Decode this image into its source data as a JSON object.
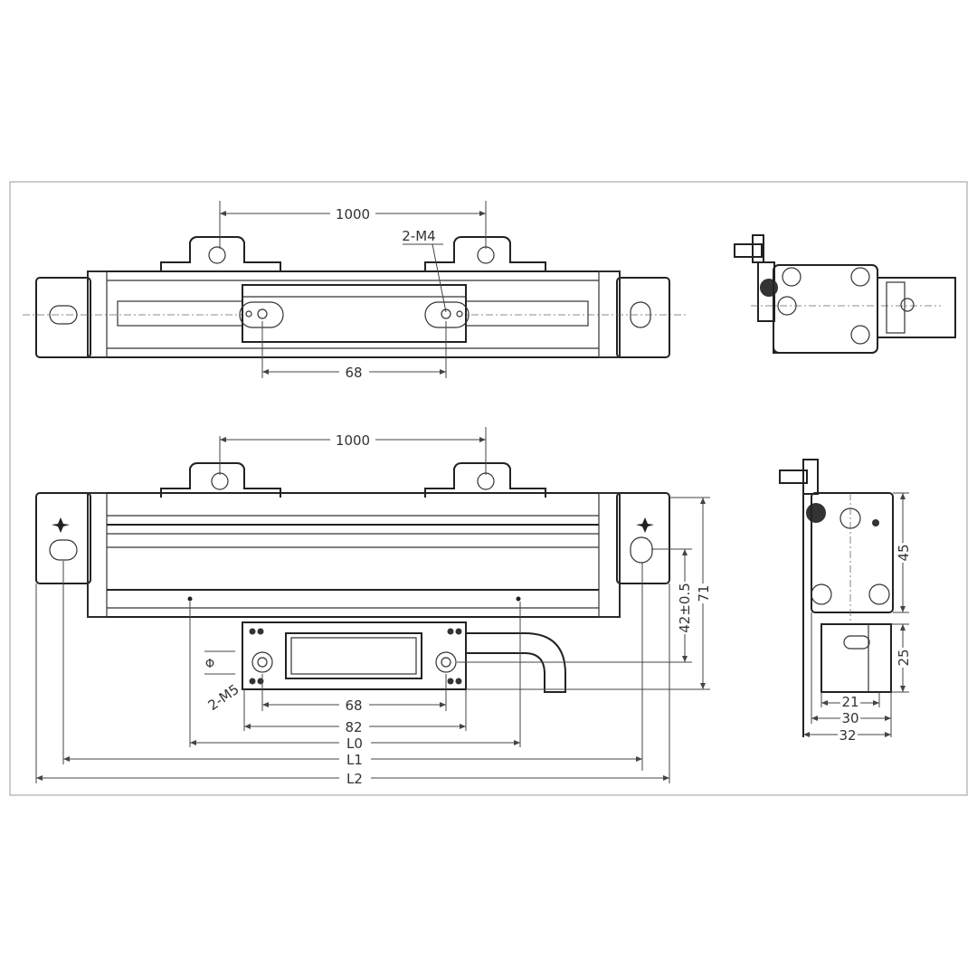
{
  "top_view": {
    "dim_spacing": "1000",
    "thread_label": "2-M4",
    "dim_hole_pitch": "68"
  },
  "front_view": {
    "dim_spacing": "1000",
    "thread_label": "2-M5",
    "dia_symbol": "Φ",
    "dim_hole_pitch": "68",
    "dim_head_width": "82",
    "dim_l0": "L0",
    "dim_l1": "L1",
    "dim_l2": "L2",
    "dim_height_tol": "42±0.5",
    "dim_total_height": "71"
  },
  "side_view": {
    "dim_body_height": "45",
    "dim_head_height": "25",
    "dim_21": "21",
    "dim_30": "30",
    "dim_32": "32"
  },
  "colors": {
    "line": "#222222",
    "frame": "#bbbbbb"
  }
}
